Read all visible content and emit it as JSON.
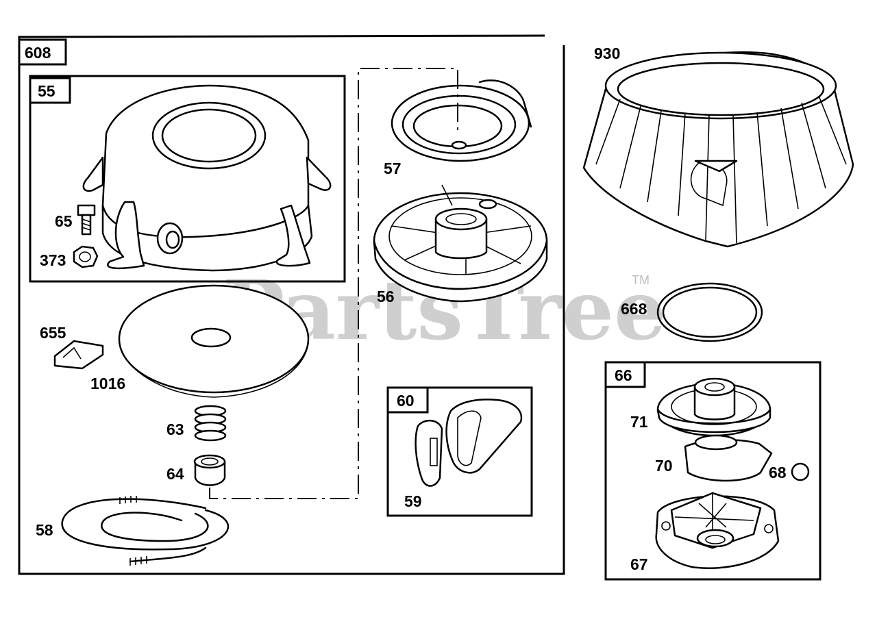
{
  "watermark": {
    "text": "PartsTree",
    "trademark": "TM"
  },
  "groups": {
    "g608": "608",
    "g55": "55",
    "g60": "60",
    "g66": "66"
  },
  "labels": {
    "p930": "930",
    "p57": "57",
    "p56": "56",
    "p65": "65",
    "p373": "373",
    "p655": "655",
    "p1016": "1016",
    "p668": "668",
    "p63": "63",
    "p64": "64",
    "p58": "58",
    "p59": "59",
    "p71": "71",
    "p70": "70",
    "p68": "68",
    "p67": "67"
  }
}
